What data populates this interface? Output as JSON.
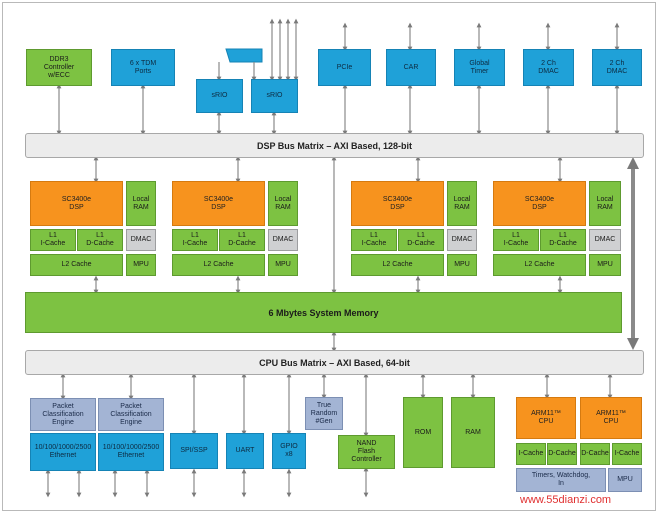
{
  "top_row": {
    "ddr3": "DDR3\nController\nw/ECC",
    "tdm": "6 x TDM\nPorts",
    "srio1": "sRIO",
    "srio2": "sRIO",
    "pcie": "PCIe",
    "car": "CAR",
    "timer": "Global\nTimer",
    "dmac1": "2 Ch\nDMAC",
    "dmac2": "2 Ch\nDMAC"
  },
  "dsp_bus": "DSP Bus Matrix – AXI Based, 128-bit",
  "dsp_cluster": {
    "core": "SC3400e\nDSP",
    "local_ram": "Local\nRAM",
    "l1_icache": "L1\nI-Cache",
    "l1_dcache": "L1\nD-Cache",
    "dmac": "DMAC",
    "l2": "L2 Cache",
    "mpu": "MPU"
  },
  "system_memory": "6 Mbytes System Memory",
  "cpu_bus": "CPU Bus Matrix – AXI Based, 64-bit",
  "bottom_row": {
    "pce": "Packet\nClassification\nEngine",
    "eth": "10/100/1000/2500\nEthernet",
    "spi": "SPI/SSP",
    "uart": "UART",
    "gpio": "GPIO\nx8",
    "trng": "True\nRandom\n#Gen",
    "nand": "NAND\nFlash\nController",
    "rom": "ROM",
    "ram": "RAM",
    "arm": "ARM11™\nCPU",
    "icache": "I-Cache",
    "dcache": "D-Cache",
    "timers": "Timers, Watchdog,\nIn",
    "mpu": "MPU"
  },
  "watermark": "www.55dianzi.com"
}
